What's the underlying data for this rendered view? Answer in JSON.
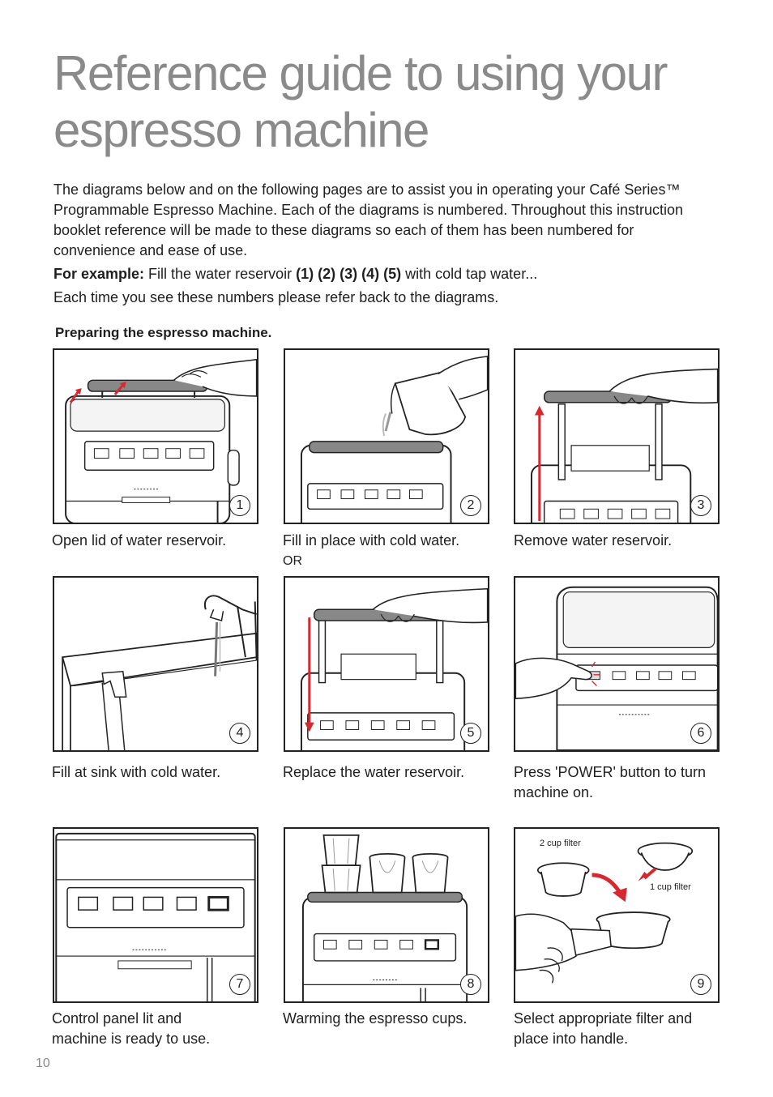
{
  "page": {
    "title_line1": "Reference guide to using your",
    "title_line2": "espresso machine",
    "page_number": "10"
  },
  "intro": {
    "paragraph": "The diagrams below and on the following pages are to assist you in operating your Café Series™  Programmable Espresso Machine. Each of the diagrams is numbered. Throughout this instruction booklet reference will be made to these diagrams so each of them has been numbered for convenience and ease of use.",
    "example_label": "For example:",
    "example_text_1": " Fill the water reservoir ",
    "example_numbers": "(1) (2) (3) (4) (5)",
    "example_text_2": " with cold tap water...",
    "refer_text": "Each time you see these numbers please refer back to the diagrams."
  },
  "section": {
    "heading": "Preparing the espresso machine."
  },
  "panels": [
    {
      "number": "1",
      "caption_line1": "Open lid of water reservoir.",
      "caption_line2": ""
    },
    {
      "number": "2",
      "caption_line1": "Fill in place with cold water.",
      "caption_line2": "OR"
    },
    {
      "number": "3",
      "caption_line1": "Remove water reservoir.",
      "caption_line2": ""
    },
    {
      "number": "4",
      "caption_line1": "Fill at sink with cold water.",
      "caption_line2": ""
    },
    {
      "number": "5",
      "caption_line1": "Replace the water reservoir.",
      "caption_line2": ""
    },
    {
      "number": "6",
      "caption_line1": "Press 'POWER' button to turn",
      "caption_line2": "machine on."
    },
    {
      "number": "7",
      "caption_line1": "Control panel lit and",
      "caption_line2": "machine is ready to use."
    },
    {
      "number": "8",
      "caption_line1": "Warming the espresso cups.",
      "caption_line2": ""
    },
    {
      "number": "9",
      "caption_line1": "Select appropriate filter and",
      "caption_line2": "place into handle."
    }
  ],
  "filter_labels": {
    "two_cup": "2 cup filter",
    "one_cup": "1 cup filter"
  },
  "colors": {
    "arrow_red": "#d7282f",
    "title_grey": "#8a8a8a",
    "line": "#222222"
  }
}
